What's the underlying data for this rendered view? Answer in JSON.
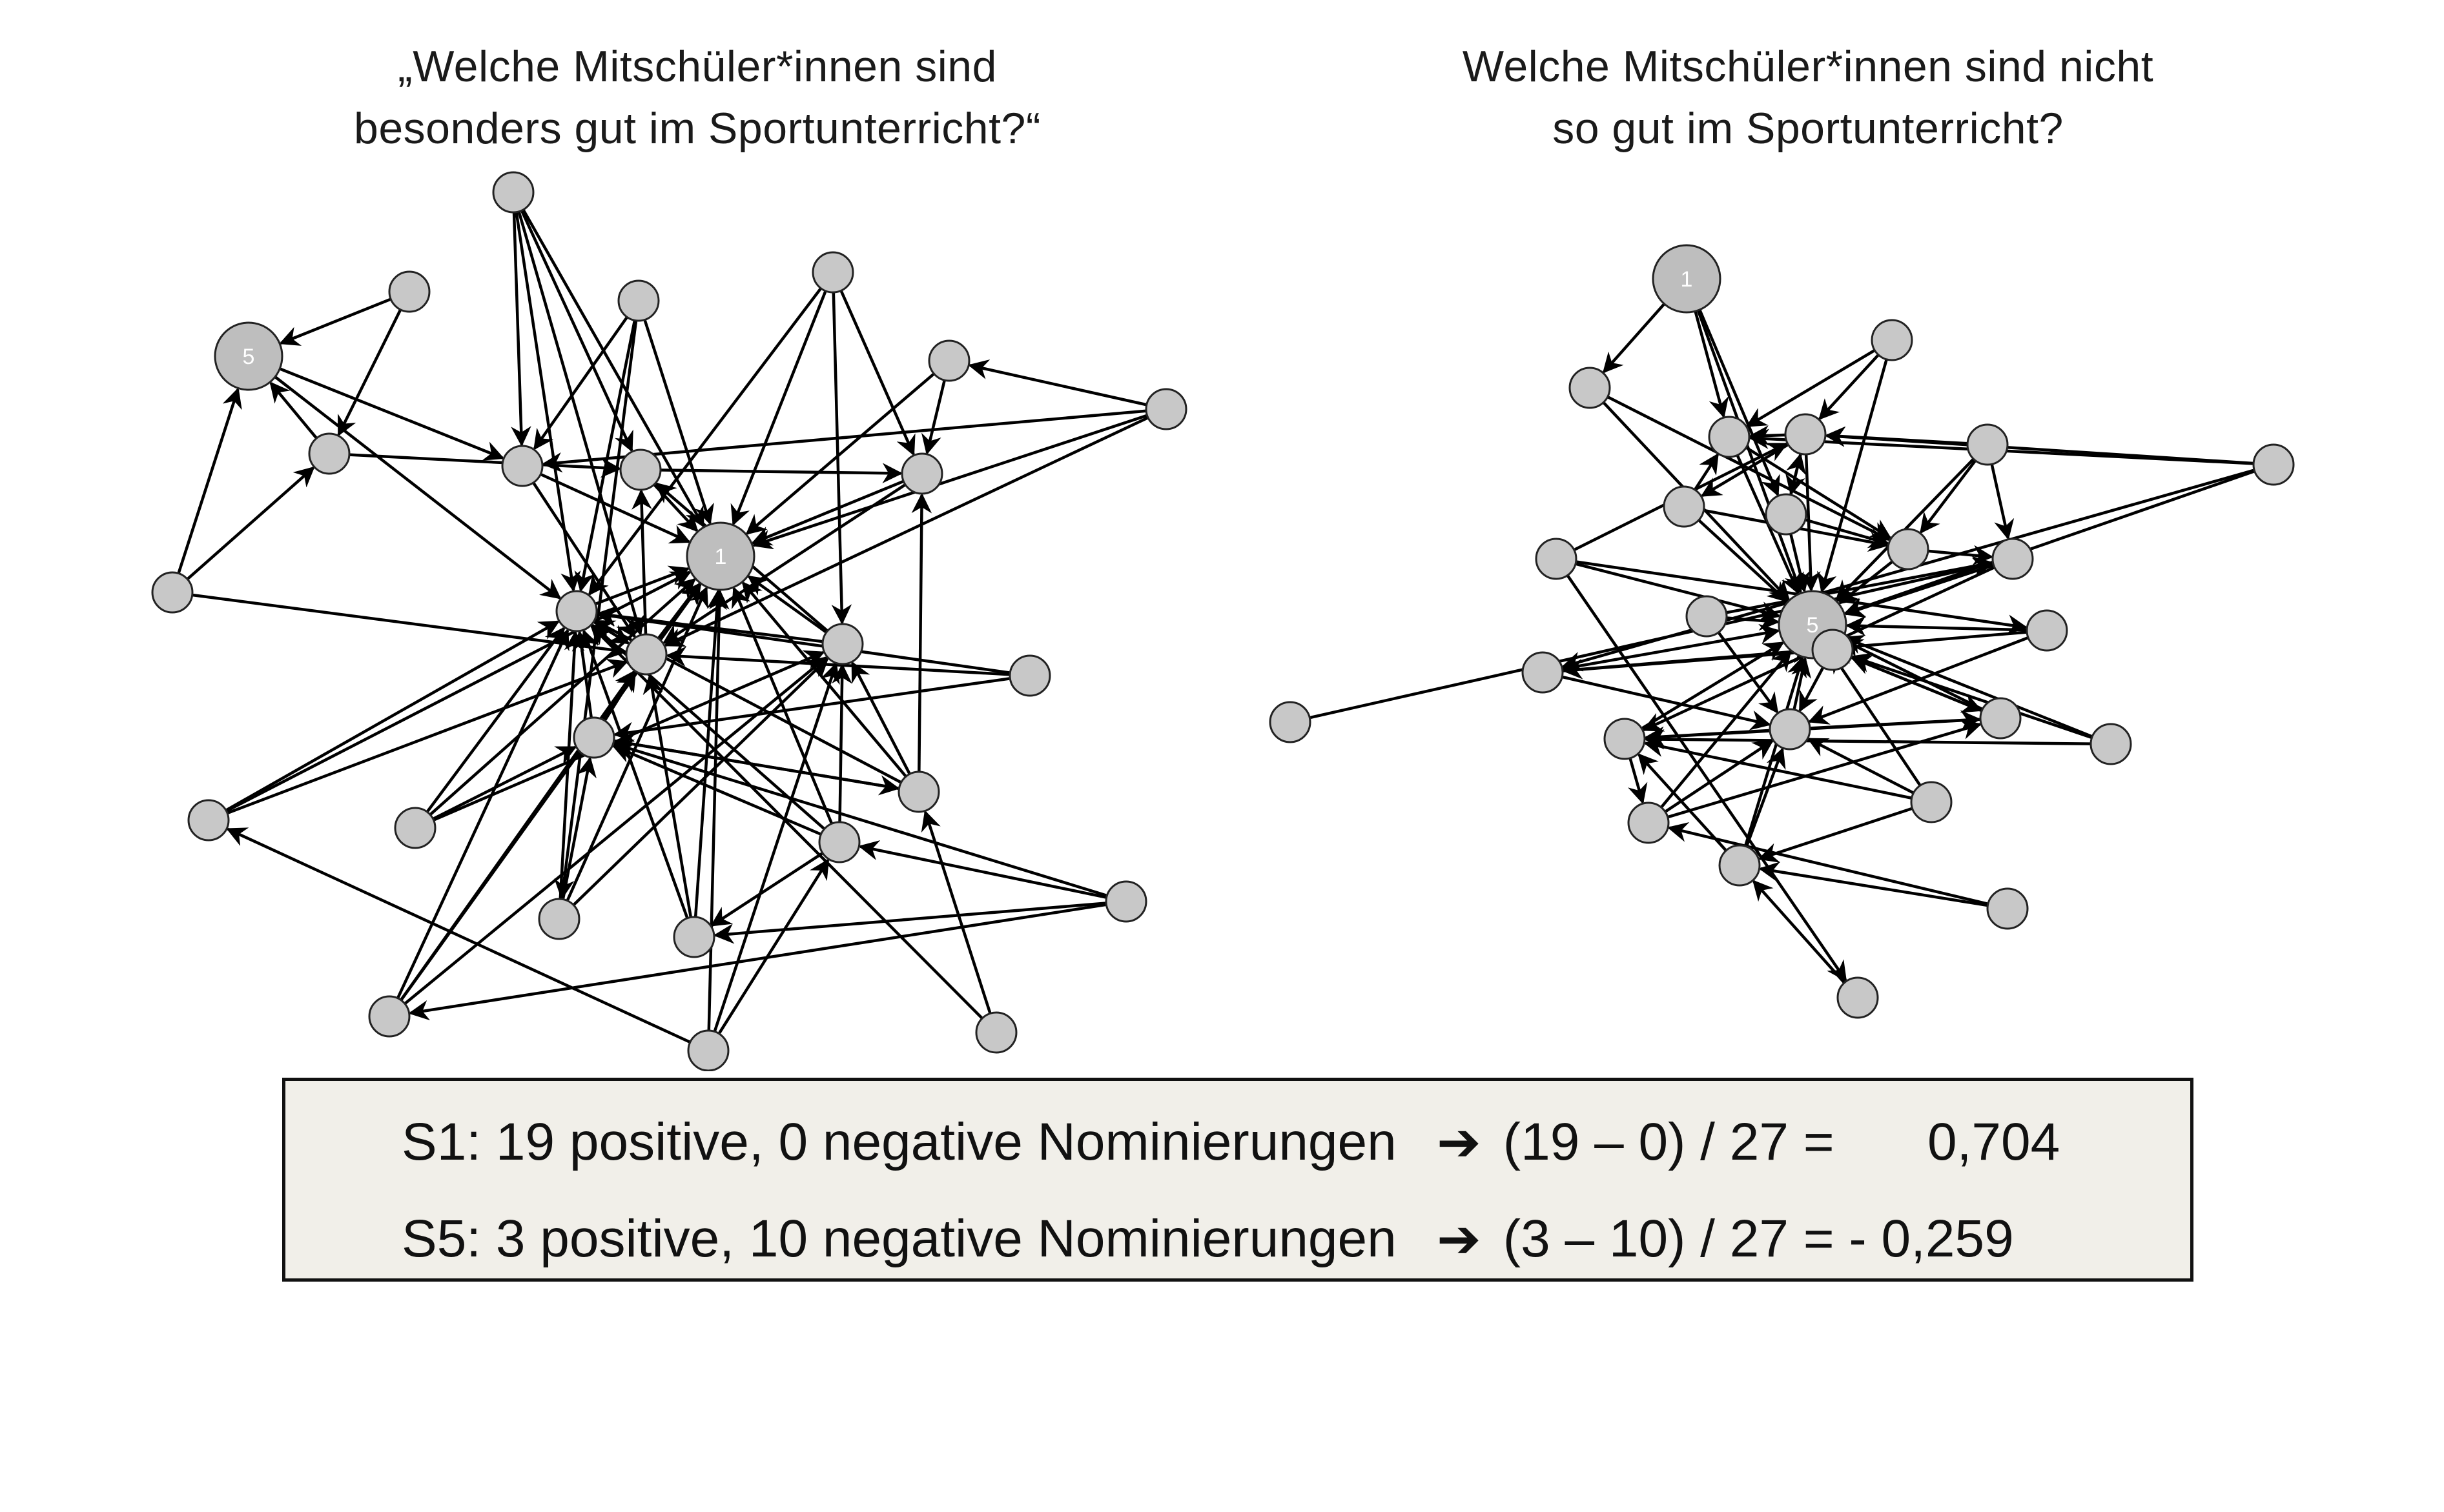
{
  "titles": {
    "left": [
      "„Welche Mitschüler*innen sind",
      "besonders gut im Sportunterricht?“"
    ],
    "right": [
      "Welche Mitschüler*innen sind nicht",
      "so gut im Sportunterricht?"
    ]
  },
  "graph_left": {
    "nodes": [
      {
        "id": "n1",
        "label": "1",
        "big": true
      },
      {
        "id": "n5",
        "label": "5",
        "big": true
      },
      {
        "id": "a1"
      },
      {
        "id": "a2"
      },
      {
        "id": "a3"
      },
      {
        "id": "a4"
      },
      {
        "id": "a5"
      },
      {
        "id": "a6"
      },
      {
        "id": "a7"
      },
      {
        "id": "a8"
      },
      {
        "id": "a9"
      },
      {
        "id": "a10"
      },
      {
        "id": "a11"
      },
      {
        "id": "a12"
      },
      {
        "id": "a13"
      },
      {
        "id": "a14"
      },
      {
        "id": "a15"
      },
      {
        "id": "a16"
      },
      {
        "id": "a17"
      },
      {
        "id": "a18"
      },
      {
        "id": "a19"
      },
      {
        "id": "a20"
      },
      {
        "id": "a21"
      },
      {
        "id": "a22"
      },
      {
        "id": "a23"
      },
      {
        "id": "a24"
      },
      {
        "id": "a25"
      }
    ],
    "edges": [
      [
        "a1",
        "a5"
      ],
      [
        "a1",
        "n1"
      ],
      [
        "a1",
        "a4"
      ],
      [
        "a1",
        "a11"
      ],
      [
        "a1",
        "a12"
      ],
      [
        "a2",
        "n5"
      ],
      [
        "a2",
        "a8"
      ],
      [
        "a3",
        "a4"
      ],
      [
        "a3",
        "n1"
      ],
      [
        "a3",
        "a11"
      ],
      [
        "a3",
        "a19"
      ],
      [
        "a6",
        "n1"
      ],
      [
        "a6",
        "a10"
      ],
      [
        "a6",
        "a13"
      ],
      [
        "a6",
        "a11"
      ],
      [
        "a7",
        "n1"
      ],
      [
        "a7",
        "a10"
      ],
      [
        "a9",
        "n1"
      ],
      [
        "a9",
        "a7"
      ],
      [
        "a9",
        "a4"
      ],
      [
        "a9",
        "a12"
      ],
      [
        "a8",
        "a5"
      ],
      [
        "a8",
        "n5"
      ],
      [
        "n5",
        "a4"
      ],
      [
        "n5",
        "a11"
      ],
      [
        "a14",
        "n5"
      ],
      [
        "a14",
        "a8"
      ],
      [
        "a14",
        "a12"
      ],
      [
        "a5",
        "a10"
      ],
      [
        "a4",
        "n1"
      ],
      [
        "a4",
        "a12"
      ],
      [
        "a5",
        "n1"
      ],
      [
        "a10",
        "a12"
      ],
      [
        "a10",
        "n1"
      ],
      [
        "a11",
        "n1"
      ],
      [
        "a11",
        "a12"
      ],
      [
        "a12",
        "n1"
      ],
      [
        "a13",
        "n1"
      ],
      [
        "a13",
        "a11"
      ],
      [
        "a15",
        "a12"
      ],
      [
        "a15",
        "a16"
      ],
      [
        "a15",
        "a11"
      ],
      [
        "a16",
        "a12"
      ],
      [
        "a16",
        "a11"
      ],
      [
        "a17",
        "a11"
      ],
      [
        "a17",
        "n1"
      ],
      [
        "a17",
        "a12"
      ],
      [
        "a18",
        "a11"
      ],
      [
        "a18",
        "n1"
      ],
      [
        "a18",
        "a13"
      ],
      [
        "a18",
        "a16"
      ],
      [
        "a19",
        "n1"
      ],
      [
        "a19",
        "a11"
      ],
      [
        "a19",
        "a13"
      ],
      [
        "a19",
        "a16"
      ],
      [
        "a20",
        "a11"
      ],
      [
        "a20",
        "a10"
      ],
      [
        "a20",
        "n1"
      ],
      [
        "a20",
        "a16"
      ],
      [
        "a20",
        "a13"
      ],
      [
        "a21",
        "a16"
      ],
      [
        "a21",
        "a11"
      ],
      [
        "a21",
        "a13"
      ],
      [
        "a21",
        "n1"
      ],
      [
        "a21",
        "a22"
      ],
      [
        "a22",
        "n1"
      ],
      [
        "a22",
        "a11"
      ],
      [
        "a22",
        "a12"
      ],
      [
        "a23",
        "a21"
      ],
      [
        "a23",
        "a22"
      ],
      [
        "a23",
        "a24"
      ],
      [
        "a23",
        "a16"
      ],
      [
        "a24",
        "a12"
      ],
      [
        "a24",
        "a11"
      ],
      [
        "a24",
        "n1"
      ],
      [
        "a24",
        "a13"
      ],
      [
        "a25",
        "a21"
      ],
      [
        "a25",
        "n1"
      ],
      [
        "a25",
        "a13"
      ],
      [
        "a25",
        "a17"
      ],
      [
        "a13",
        "a5"
      ],
      [
        "a12",
        "a5"
      ],
      [
        "a16",
        "a20"
      ]
    ]
  },
  "graph_right": {
    "nodes": [
      {
        "id": "r1",
        "label": "1",
        "big": true
      },
      {
        "id": "r5",
        "label": "5",
        "big": true
      },
      {
        "id": "b1"
      },
      {
        "id": "b2"
      },
      {
        "id": "b3"
      },
      {
        "id": "b4"
      },
      {
        "id": "b5"
      },
      {
        "id": "b6"
      },
      {
        "id": "b7"
      },
      {
        "id": "b8"
      },
      {
        "id": "b9"
      },
      {
        "id": "b10"
      },
      {
        "id": "b11"
      },
      {
        "id": "b12"
      },
      {
        "id": "b13"
      },
      {
        "id": "b14"
      },
      {
        "id": "b15"
      },
      {
        "id": "b16"
      },
      {
        "id": "b17"
      },
      {
        "id": "b18"
      },
      {
        "id": "b19"
      },
      {
        "id": "b20"
      },
      {
        "id": "b21"
      },
      {
        "id": "b22"
      },
      {
        "id": "b23"
      },
      {
        "id": "b24"
      },
      {
        "id": "b25"
      }
    ],
    "edges": [
      [
        "r1",
        "b4"
      ],
      [
        "r1",
        "b7"
      ],
      [
        "r1",
        "r5"
      ],
      [
        "r1",
        "b3"
      ],
      [
        "b1",
        "b2"
      ],
      [
        "b1",
        "b3"
      ],
      [
        "b1",
        "r5"
      ],
      [
        "b2",
        "b3"
      ],
      [
        "b2",
        "b6"
      ],
      [
        "b2",
        "r5"
      ],
      [
        "b2",
        "b7"
      ],
      [
        "b5",
        "b8"
      ],
      [
        "b5",
        "b9"
      ],
      [
        "b5",
        "b2"
      ],
      [
        "b5",
        "r5"
      ],
      [
        "b6",
        "r5"
      ],
      [
        "b6",
        "b8"
      ],
      [
        "b6",
        "b3"
      ],
      [
        "b7",
        "r5"
      ],
      [
        "b7",
        "b8"
      ],
      [
        "b7",
        "b2"
      ],
      [
        "b3",
        "r5"
      ],
      [
        "b3",
        "b8"
      ],
      [
        "b8",
        "r5"
      ],
      [
        "b8",
        "b9"
      ],
      [
        "b9",
        "r5"
      ],
      [
        "b9",
        "b18"
      ],
      [
        "b10",
        "b2"
      ],
      [
        "b10",
        "b3"
      ],
      [
        "b10",
        "b14"
      ],
      [
        "b10",
        "r5"
      ],
      [
        "b11",
        "b13"
      ],
      [
        "b11",
        "r5"
      ],
      [
        "b11",
        "b2"
      ],
      [
        "b12",
        "b16"
      ],
      [
        "b12",
        "r5"
      ],
      [
        "b12",
        "b9"
      ],
      [
        "b13",
        "r5"
      ],
      [
        "b13",
        "b14"
      ],
      [
        "b13",
        "b16"
      ],
      [
        "b14",
        "b15"
      ],
      [
        "b14",
        "r5"
      ],
      [
        "b14",
        "b16"
      ],
      [
        "b15",
        "r5"
      ],
      [
        "b15",
        "b17"
      ],
      [
        "b15",
        "b16"
      ],
      [
        "b17",
        "b18"
      ],
      [
        "b17",
        "b15"
      ],
      [
        "b17",
        "r5"
      ],
      [
        "b16",
        "r5"
      ],
      [
        "b16",
        "b18"
      ],
      [
        "b16",
        "b17"
      ],
      [
        "b18",
        "r5"
      ],
      [
        "b18",
        "b19"
      ],
      [
        "b19",
        "r5"
      ],
      [
        "b19",
        "b16"
      ],
      [
        "b19",
        "b17"
      ],
      [
        "b20",
        "r5"
      ],
      [
        "b20",
        "b18"
      ],
      [
        "b20",
        "b15"
      ],
      [
        "b21",
        "b16"
      ],
      [
        "b21",
        "r5"
      ],
      [
        "b21",
        "b18"
      ],
      [
        "b21",
        "b22"
      ],
      [
        "b22",
        "r5"
      ],
      [
        "b22",
        "b18"
      ],
      [
        "b22",
        "b16"
      ],
      [
        "b23",
        "b22"
      ],
      [
        "b23",
        "b19"
      ],
      [
        "b24",
        "b9"
      ],
      [
        "b25",
        "b22"
      ],
      [
        "b11",
        "b25"
      ],
      [
        "b4",
        "r5"
      ],
      [
        "b4",
        "b8"
      ]
    ]
  },
  "formula": {
    "line1": {
      "left": "S1: 19 positive, 0 negative Nominierungen ",
      "arrow": "➔",
      "right": " (19 – 0) / 27 =",
      "result": "0,704"
    },
    "line2": {
      "left": "S5: 3 positive, 10 negative Nominierungen ",
      "arrow": "➔",
      "right": " (3 – 10) / 27 = - 0,259",
      "result": ""
    }
  },
  "colors": {
    "node_fill": "#c8c8c8",
    "node_big_fill": "#bebebe",
    "edge": "#000000",
    "box_bg": "#f1efe9"
  }
}
